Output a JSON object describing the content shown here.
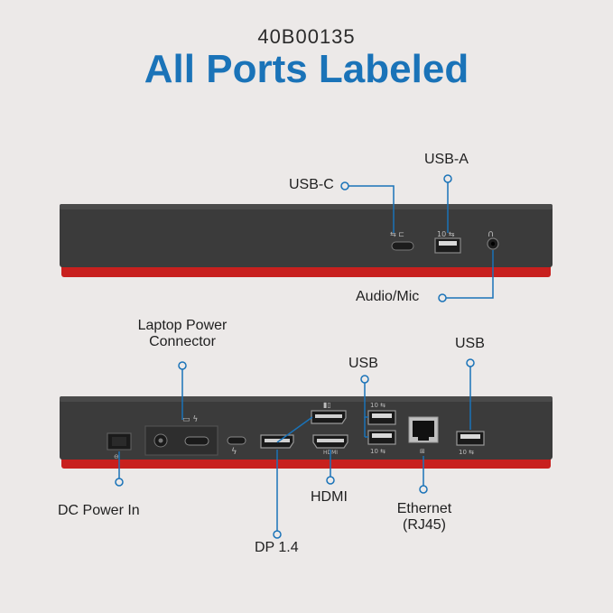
{
  "model_number": "40B00135",
  "headline": "All Ports Labeled",
  "colors": {
    "accent": "#1a73b8",
    "dock_body": "#3a3a3a",
    "dock_stripe": "#c8201e",
    "background": "#ece9e8"
  },
  "front_labels": {
    "usb_c": "USB-C",
    "usb_a": "USB-A",
    "audio_mic": "Audio/Mic"
  },
  "rear_labels": {
    "laptop_power_line1": "Laptop Power",
    "laptop_power_line2": "Connector",
    "usb_middle": "USB",
    "usb_right": "USB",
    "dc_power_in": "DC Power In",
    "hdmi": "HDMI",
    "dp": "DP 1.4",
    "ethernet_line1": "Ethernet",
    "ethernet_line2": "(RJ45)"
  },
  "port_icons": {
    "front_usb_c_icon": "usb-c-port-icon",
    "front_usb_a_icon": "usb-a-port-icon",
    "front_audio_icon": "headset-jack-icon",
    "rear_dc_icon": "dc-power-port-icon",
    "rear_laptop_power_icon": "laptop-power-port-icon",
    "rear_thunderbolt_icon": "thunderbolt-icon",
    "rear_dp_icon": "displayport-icon",
    "rear_hdmi_icon": "hdmi-port-icon",
    "rear_usb_icon": "usb-a-port-icon",
    "rear_ethernet_icon": "ethernet-port-icon"
  }
}
